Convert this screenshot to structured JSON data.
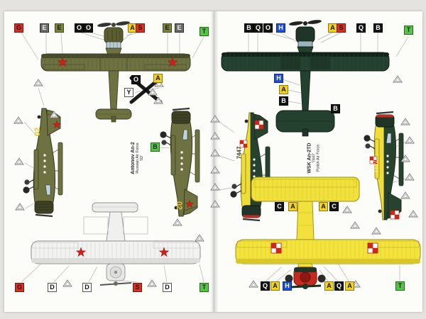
{
  "colors": {
    "olive_aircraft": "#6e7240",
    "dark_green_aircraft": "#24402e",
    "yellow_aircraft": "#f2e13c",
    "grey_aircraft": "#efefec",
    "red_cowl": "#c32a20",
    "insignia_red": "#cf1f1a",
    "box_red": "#d43125",
    "box_black": "#141414",
    "box_grey": "#6a6a68",
    "box_olive": "#7c8040",
    "box_yellow": "#f2d024",
    "box_white": "#ffffff",
    "box_green": "#58c24a",
    "box_blue": "#1f4fd8"
  },
  "left_page": {
    "top_callouts": [
      {
        "letter": "G",
        "color": "red"
      },
      {
        "letter": "E",
        "color": "grey"
      },
      {
        "letter": "E",
        "color": "olive"
      },
      {
        "letter": "O",
        "color": "black"
      },
      {
        "letter": "O",
        "color": "black"
      },
      {
        "letter": "A",
        "color": "yellow"
      },
      {
        "letter": "S",
        "color": "red"
      },
      {
        "letter": "E",
        "color": "olive"
      },
      {
        "letter": "E",
        "color": "grey"
      },
      {
        "letter": "T",
        "color": "green"
      }
    ],
    "mid_callouts": [
      {
        "letter": "O",
        "color": "black"
      },
      {
        "letter": "A",
        "color": "yellow"
      },
      {
        "letter": "Y",
        "color": "white"
      },
      {
        "letter": "B",
        "color": "green"
      }
    ],
    "bottom_callouts": [
      {
        "letter": "G",
        "color": "red"
      },
      {
        "letter": "D",
        "color": "white"
      },
      {
        "letter": "D",
        "color": "white"
      },
      {
        "letter": "S",
        "color": "red"
      },
      {
        "letter": "D",
        "color": "white"
      },
      {
        "letter": "T",
        "color": "green"
      }
    ],
    "tail_code": "02",
    "caption_lines": [
      "Antonov An-2",
      "Russian Air Force",
      "'02'"
    ]
  },
  "right_page": {
    "top_callouts": [
      {
        "letter": "B",
        "color": "black"
      },
      {
        "letter": "Q",
        "color": "black"
      },
      {
        "letter": "O",
        "color": "black"
      },
      {
        "letter": "H",
        "color": "blue"
      },
      {
        "letter": "A",
        "color": "yellow"
      },
      {
        "letter": "S",
        "color": "red"
      },
      {
        "letter": "Q",
        "color": "black"
      },
      {
        "letter": "B",
        "color": "black"
      },
      {
        "letter": "T",
        "color": "green"
      }
    ],
    "mid_callouts": [
      {
        "letter": "H",
        "color": "blue"
      },
      {
        "letter": "A",
        "color": "yellow"
      },
      {
        "letter": "B",
        "color": "black"
      },
      {
        "letter": "B",
        "color": "black"
      }
    ],
    "wing_callouts": [
      {
        "letter": "C",
        "color": "black"
      },
      {
        "letter": "A",
        "color": "yellow"
      },
      {
        "letter": "A",
        "color": "yellow"
      },
      {
        "letter": "C",
        "color": "black"
      }
    ],
    "bottom_callouts": [
      {
        "letter": "Q",
        "color": "black"
      },
      {
        "letter": "A",
        "color": "yellow"
      },
      {
        "letter": "H",
        "color": "blue"
      },
      {
        "letter": "A",
        "color": "yellow"
      },
      {
        "letter": "Q",
        "color": "black"
      },
      {
        "letter": "A",
        "color": "yellow"
      },
      {
        "letter": "T",
        "color": "green"
      }
    ],
    "tail_code": "7447",
    "caption_lines": [
      "WSK An-2TD",
      "'7447'",
      "Polish Air Force"
    ]
  }
}
